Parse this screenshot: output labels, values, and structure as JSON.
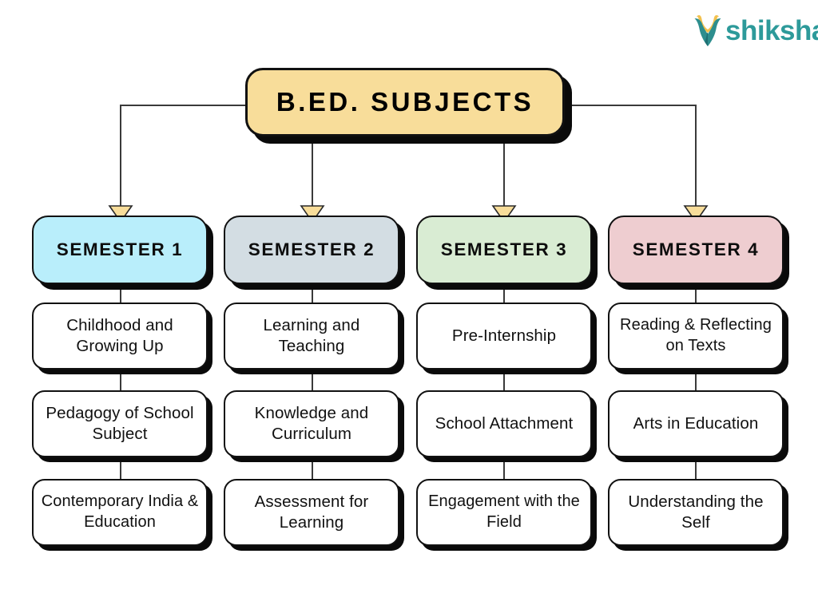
{
  "brand": {
    "name": "shiksha",
    "mark_icon": "shiksha-leaf-icon",
    "wordmark_color": "#2d9a9a",
    "mark_teal": "#2d8e8e",
    "mark_gold": "#f2c14e"
  },
  "diagram": {
    "type": "tree",
    "title": "B.ED. SUBJECTS",
    "title_color": "#f8dd9a",
    "connector_color": "#3a3a3a",
    "arrow_fill": "#f8dd9a",
    "arrow_stroke": "#2a2a2a",
    "card_bg": "#ffffff",
    "border_color": "#111111",
    "shadow_color": "#0a0a0a",
    "columns": [
      {
        "header": "SEMESTER 1",
        "header_color": "#b9eefb",
        "subjects": [
          "Childhood and Growing Up",
          "Pedagogy of School Subject",
          "Contemporary India & Education"
        ]
      },
      {
        "header": "SEMESTER 2",
        "header_color": "#d3dde3",
        "subjects": [
          "Learning and Teaching",
          "Knowledge and Curriculum",
          "Assessment for Learning"
        ]
      },
      {
        "header": "SEMESTER 3",
        "header_color": "#d9ecd3",
        "subjects": [
          "Pre-Internship",
          "School Attachment",
          "Engagement with the Field"
        ]
      },
      {
        "header": "SEMESTER 4",
        "header_color": "#eecdd0",
        "subjects": [
          "Reading & Reflecting on Texts",
          "Arts in Education",
          "Understanding the Self"
        ]
      }
    ]
  }
}
